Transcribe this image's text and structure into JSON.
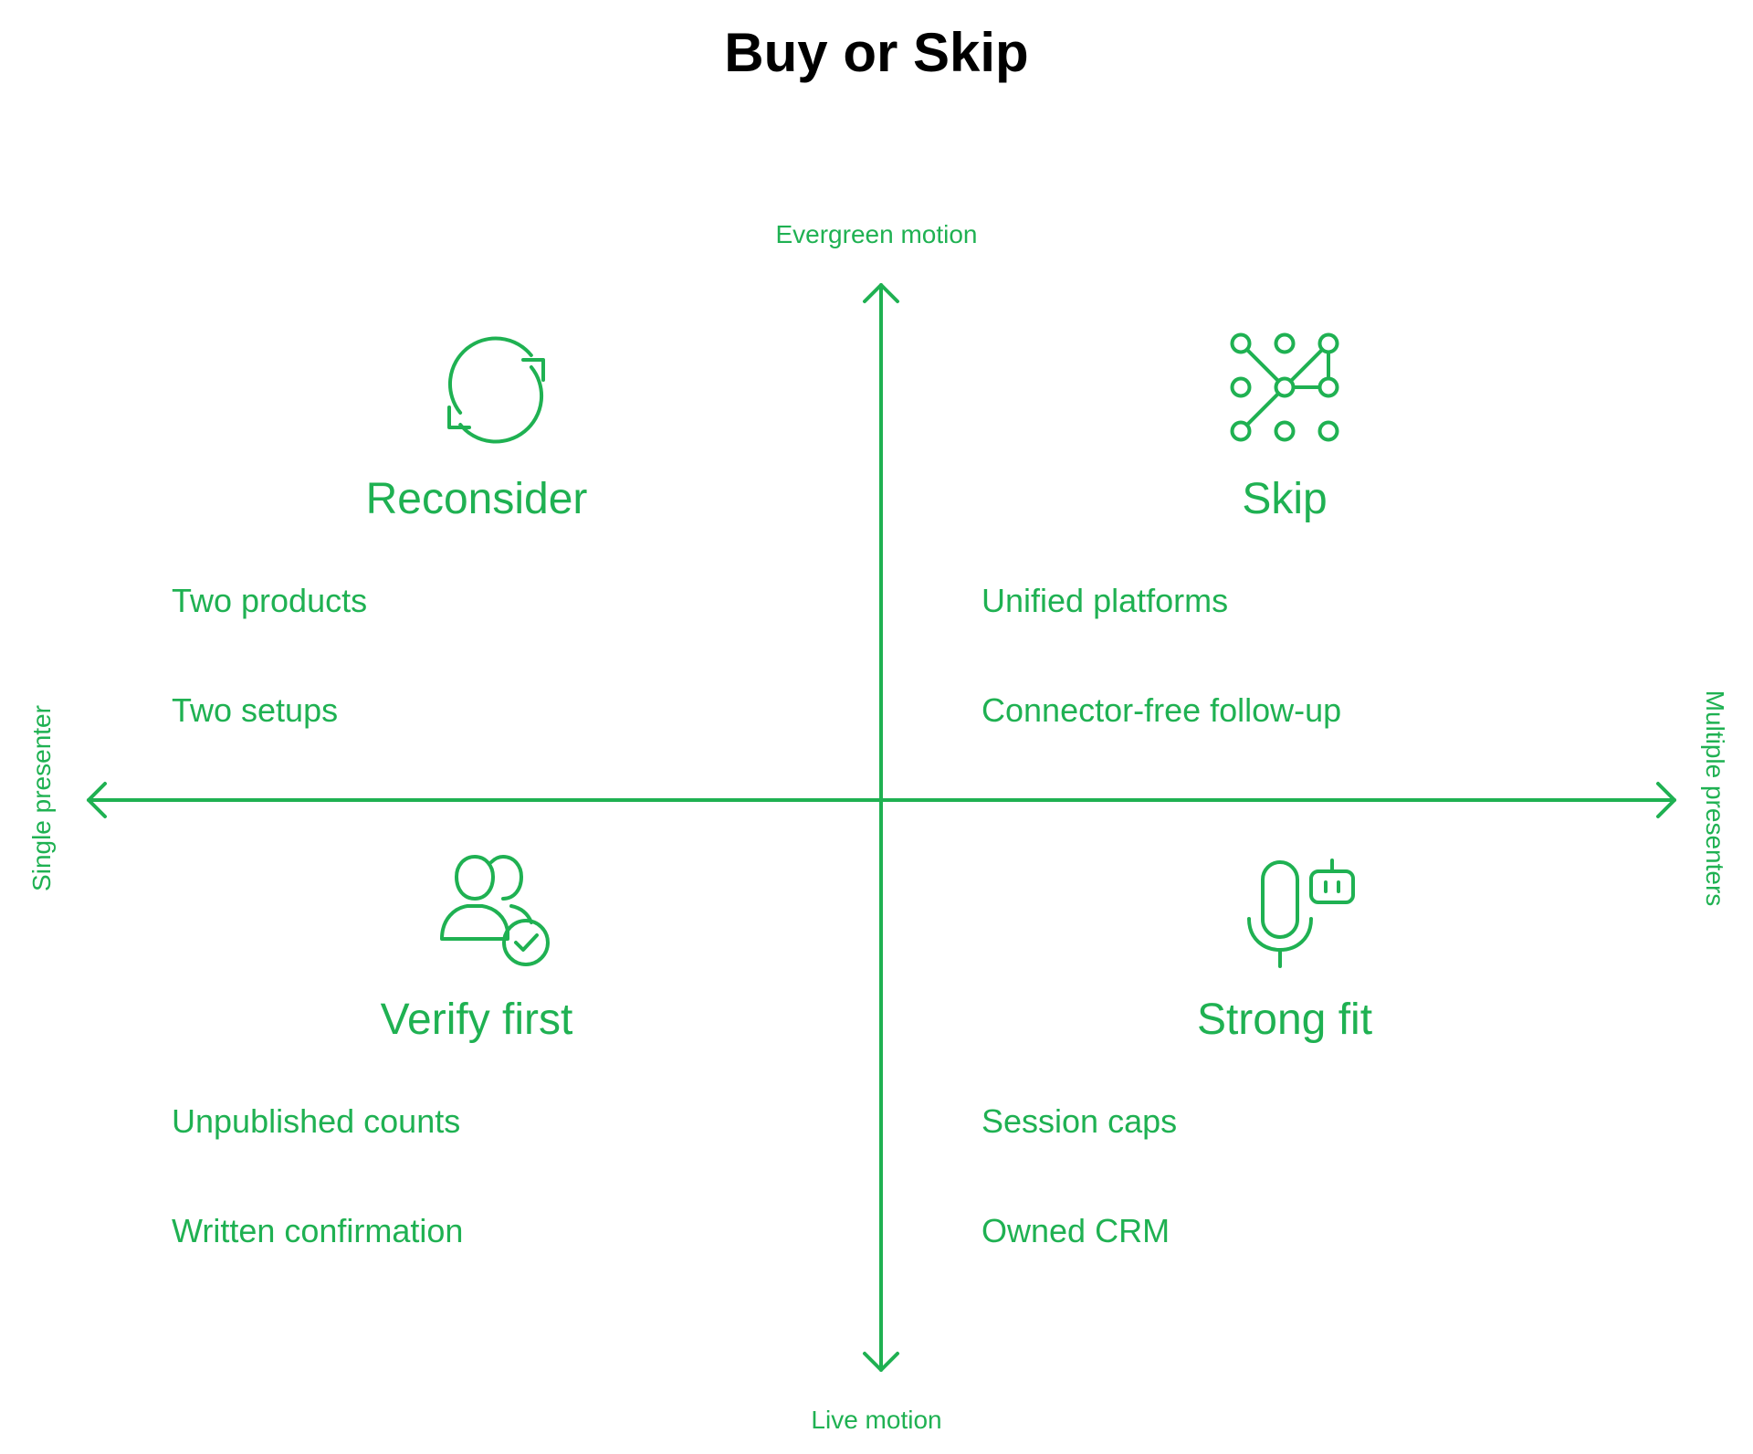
{
  "title": "Buy or Skip",
  "colors": {
    "accent": "#1fb152",
    "title": "#000000"
  },
  "axes": {
    "top": "Evergreen motion",
    "bottom": "Live motion",
    "left": "Single presenter",
    "right": "Multiple presenters"
  },
  "quadrants": {
    "top_left": {
      "icon": "refresh-cycle-icon",
      "title": "Reconsider",
      "items": [
        "Two products",
        "Two setups"
      ]
    },
    "top_right": {
      "icon": "network-nodes-icon",
      "title": "Skip",
      "items": [
        "Unified platforms",
        "Connector-free follow-up"
      ]
    },
    "bottom_left": {
      "icon": "users-check-icon",
      "title": "Verify first",
      "items": [
        "Unpublished counts",
        "Written confirmation"
      ]
    },
    "bottom_right": {
      "icon": "microphone-robot-icon",
      "title": "Strong fit",
      "items": [
        "Session caps",
        "Owned CRM"
      ]
    }
  }
}
